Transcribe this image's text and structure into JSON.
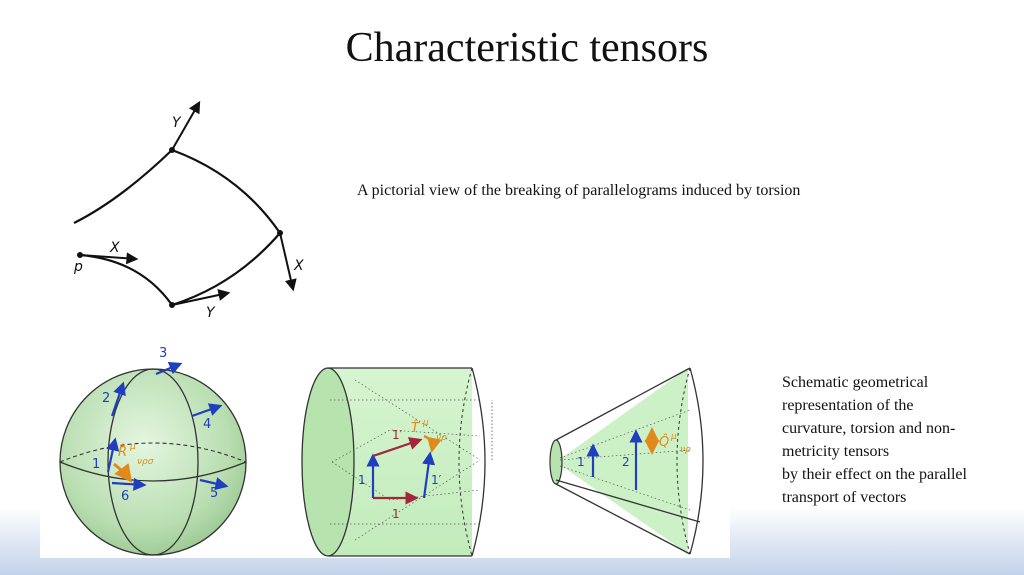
{
  "slide": {
    "title": "Characteristic tensors",
    "caption_top": "A pictorial view of the breaking of parallelograms induced by torsion",
    "caption_side_lines": [
      " Schematic geometrical",
      "representation of the",
      "curvature, torsion and non-",
      "metricity tensors",
      "by their effect on the parallel",
      "transport of vectors"
    ]
  },
  "diagram_labels": {
    "y_top": "Y",
    "x_left": "X",
    "p": "p",
    "x_right": "X",
    "y_bottom": "Y"
  },
  "sphere_labels": {
    "n1": "1",
    "n2": "2",
    "n3": "3",
    "n4": "4",
    "n5": "5",
    "n6": "6",
    "tensor": "R̂",
    "tensor_sup": "μ",
    "tensor_sub": "νρσ"
  },
  "cylinder_labels": {
    "bottom": "1",
    "left": "1",
    "top": "1′",
    "right": "1′",
    "tensor": "T̂",
    "tensor_sup": "μ",
    "tensor_sub": "νρ"
  },
  "cone_labels": {
    "v1": "1",
    "v2": "2",
    "tensor": "Q̂",
    "tensor_sup": "μ",
    "tensor_sub": "νρ"
  },
  "colors": {
    "vector_blue": "#1f3fbf",
    "vector_red": "#a3263a",
    "tensor_orange": "#e08a1e",
    "surface_green": "#c8eec2"
  }
}
